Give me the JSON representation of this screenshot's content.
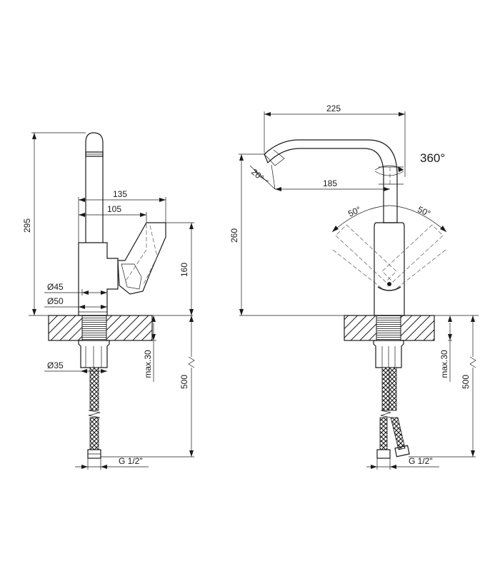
{
  "dimensions": {
    "side": {
      "height_total": "295",
      "width_135": "135",
      "width_105": "105",
      "height_160": "160",
      "dia_45": "Ø45",
      "dia_50": "Ø50",
      "dia_35": "Ø35",
      "max_30": "max.30",
      "hose_500": "500",
      "thread": "G 1/2\""
    },
    "front": {
      "width_225": "225",
      "swivel": "360°",
      "tilt_20": "20°",
      "reach_185": "185",
      "angle_left": "50°",
      "angle_right": "50°",
      "height_260": "260",
      "max_30": "max.30",
      "hose_500": "500",
      "thread": "G 1/2\""
    }
  }
}
